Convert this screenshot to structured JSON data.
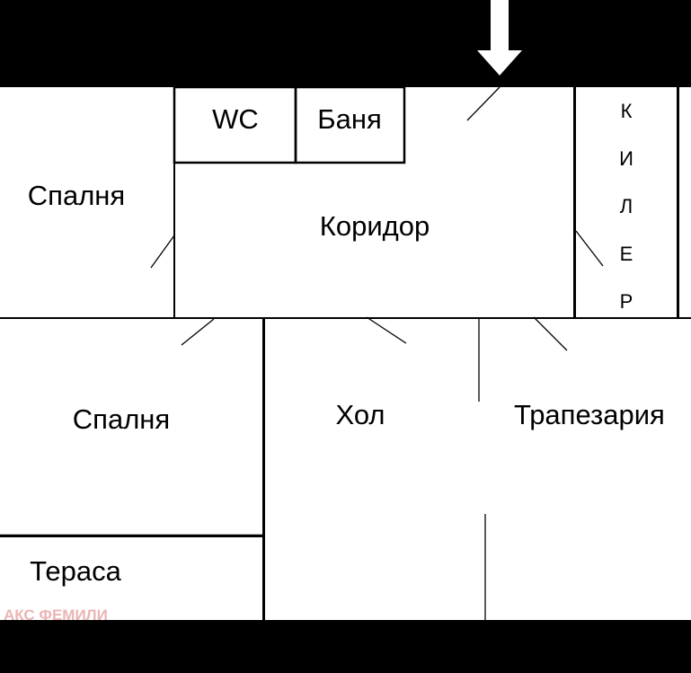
{
  "plan": {
    "rooms": {
      "wc": "WC",
      "bath": "Баня",
      "bedroom_top": "Спалня",
      "corridor": "Коридор",
      "pantry_letters": [
        "К",
        "И",
        "Л",
        "Е",
        "Р"
      ],
      "bedroom_bottom": "Спалня",
      "living": "Хол",
      "dining": "Трапезария",
      "terrace": "Тераса"
    },
    "watermark": "АКС ФЕМИЛИ"
  }
}
